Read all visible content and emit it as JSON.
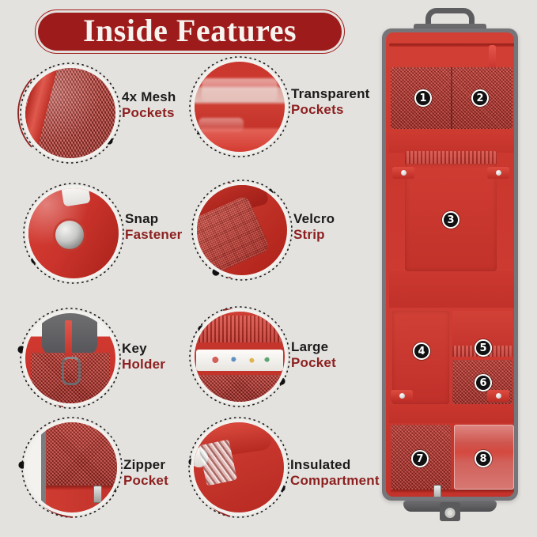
{
  "header": {
    "title": "Inside Features",
    "banner_color": "#9E1B1B",
    "title_color": "#F7F3EE"
  },
  "theme": {
    "background": "#E4E2DE",
    "fabric_red": "#CE3B31",
    "trim_grey": "#76767A",
    "label_dark": "#1B1A1A",
    "label_red": "#8C2020",
    "badge_bg": "#111111",
    "badge_text": "#FFFFFF"
  },
  "features": [
    {
      "line1": "4x Mesh",
      "line2": "Pockets",
      "photo": "mesh-pocket-closeup"
    },
    {
      "line1": "Transparent",
      "line2": "Pockets",
      "photo": "transparent-pocket-closeup"
    },
    {
      "line1": "Snap",
      "line2": "Fastener",
      "photo": "snap-fastener-closeup"
    },
    {
      "line1": "Velcro",
      "line2": "Strip",
      "photo": "velcro-strip-closeup"
    },
    {
      "line1": "Key",
      "line2": "Holder",
      "photo": "key-holder-closeup"
    },
    {
      "line1": "Large",
      "line2": "Pocket",
      "photo": "large-pocket-closeup"
    },
    {
      "line1": "Zipper",
      "line2": "Pocket",
      "photo": "zipper-pocket-closeup"
    },
    {
      "line1": "Insulated",
      "line2": "Compartment",
      "photo": "insulated-compartment-closeup"
    }
  ],
  "product": {
    "name": "hanging-toiletry-organizer",
    "markers": [
      {
        "number": "1",
        "target": "mesh-pocket-top-left"
      },
      {
        "number": "2",
        "target": "mesh-pocket-top-right"
      },
      {
        "number": "3",
        "target": "large-elastic-pocket"
      },
      {
        "number": "4",
        "target": "tall-left-pocket"
      },
      {
        "number": "5",
        "target": "elastic-pocket-right"
      },
      {
        "number": "6",
        "target": "mesh-pocket-right"
      },
      {
        "number": "7",
        "target": "zipper-mesh-pocket"
      },
      {
        "number": "8",
        "target": "transparent-pocket-bottom"
      }
    ]
  }
}
